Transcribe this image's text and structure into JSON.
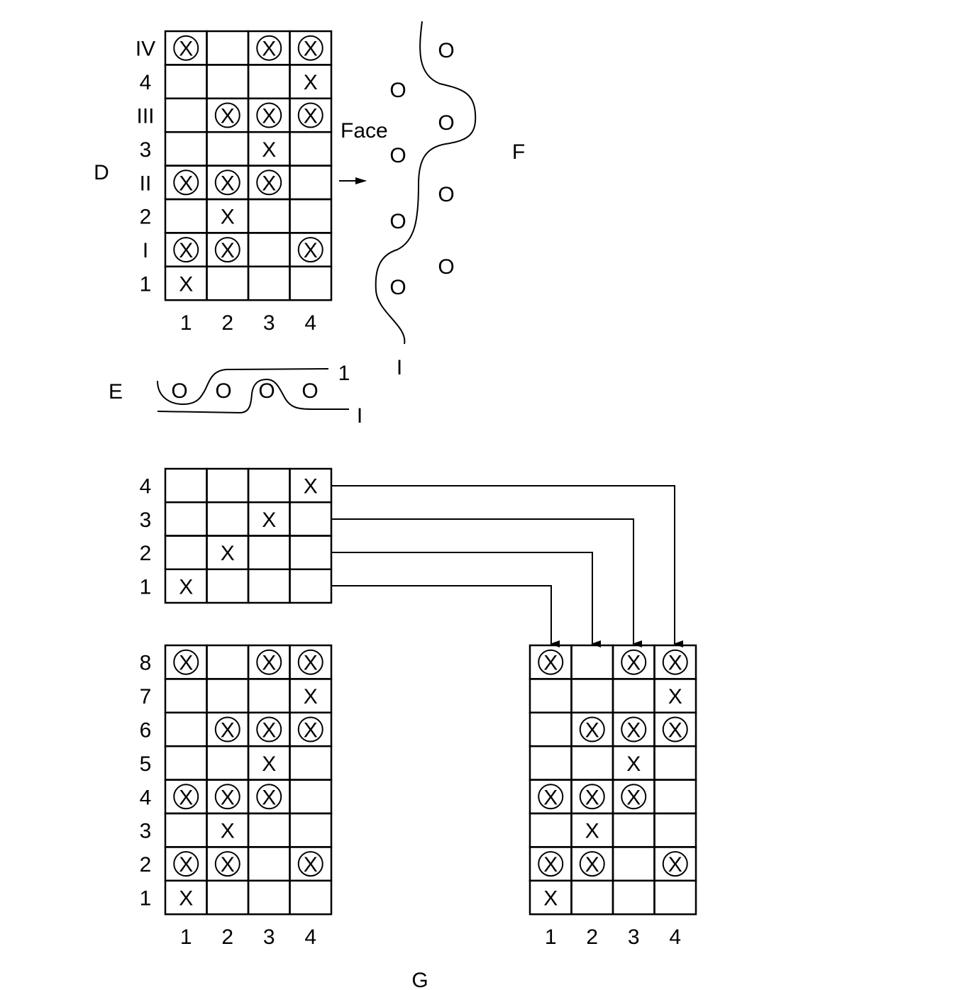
{
  "labels": {
    "D": "D",
    "E": "E",
    "F": "F",
    "G": "G",
    "face": "Face",
    "one": "1",
    "roman_one": "I",
    "f_bottom": "I"
  },
  "grid_D": {
    "row_labels": [
      "IV",
      "4",
      "III",
      "3",
      "II",
      "2",
      "I",
      "1"
    ],
    "col_labels": [
      "1",
      "2",
      "3",
      "4"
    ],
    "cells": [
      [
        "CX",
        "",
        "CX",
        "CX"
      ],
      [
        "",
        "",
        "",
        "X"
      ],
      [
        "",
        "CX",
        "CX",
        "CX"
      ],
      [
        "",
        "",
        "X",
        ""
      ],
      [
        "CX",
        "CX",
        "CX",
        ""
      ],
      [
        "",
        "X",
        "",
        ""
      ],
      [
        "CX",
        "CX",
        "",
        "CX"
      ],
      [
        "X",
        "",
        "",
        ""
      ]
    ]
  },
  "grid_small": {
    "row_labels": [
      "4",
      "3",
      "2",
      "1"
    ],
    "cells": [
      [
        "",
        "",
        "",
        "X"
      ],
      [
        "",
        "",
        "X",
        ""
      ],
      [
        "",
        "X",
        "",
        ""
      ],
      [
        "X",
        "",
        "",
        ""
      ]
    ]
  },
  "grid_left": {
    "row_labels": [
      "8",
      "7",
      "6",
      "5",
      "4",
      "3",
      "2",
      "1"
    ],
    "col_labels": [
      "1",
      "2",
      "3",
      "4"
    ],
    "cells": [
      [
        "CX",
        "",
        "CX",
        "CX"
      ],
      [
        "",
        "",
        "",
        "X"
      ],
      [
        "",
        "CX",
        "CX",
        "CX"
      ],
      [
        "",
        "",
        "X",
        ""
      ],
      [
        "CX",
        "CX",
        "CX",
        ""
      ],
      [
        "",
        "X",
        "",
        ""
      ],
      [
        "CX",
        "CX",
        "",
        "CX"
      ],
      [
        "X",
        "",
        "",
        ""
      ]
    ]
  },
  "grid_right": {
    "col_labels": [
      "1",
      "2",
      "3",
      "4"
    ],
    "cells": [
      [
        "CX",
        "",
        "CX",
        "CX"
      ],
      [
        "",
        "",
        "",
        "X"
      ],
      [
        "",
        "CX",
        "CX",
        "CX"
      ],
      [
        "",
        "",
        "X",
        ""
      ],
      [
        "CX",
        "CX",
        "CX",
        ""
      ],
      [
        "",
        "X",
        "",
        ""
      ],
      [
        "CX",
        "CX",
        "",
        "CX"
      ],
      [
        "X",
        "",
        "",
        ""
      ]
    ]
  },
  "symbols": {
    "x": "X",
    "o": "O"
  }
}
